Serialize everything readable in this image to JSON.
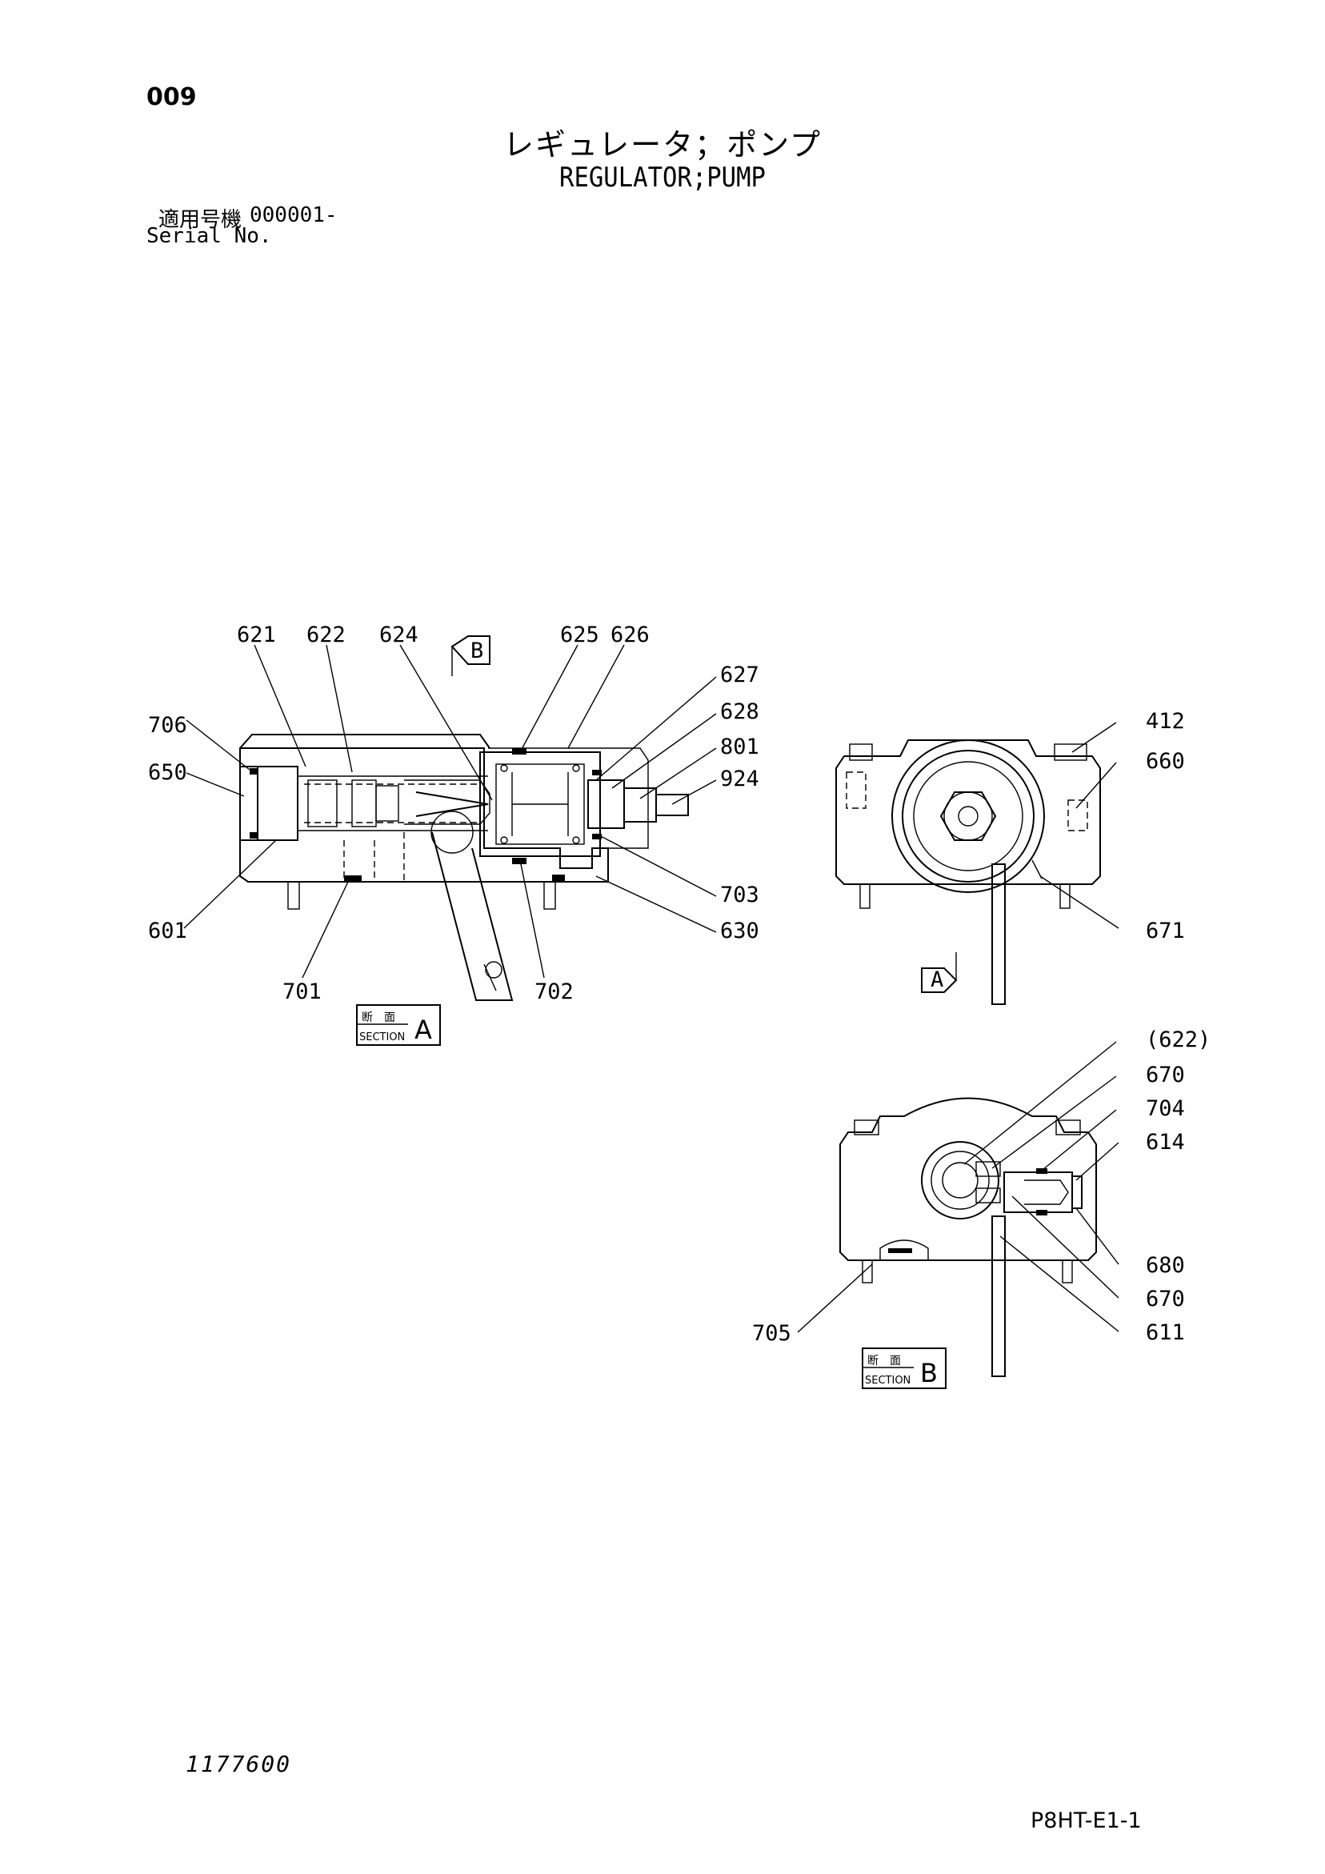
{
  "header": {
    "page_number": "009",
    "title_ja": "レギュレータ；ポンプ",
    "title_en": "REGULATOR;PUMP",
    "serial_label_ja": "適用号機",
    "serial_value": "000001-",
    "serial_label_en": "Serial No."
  },
  "section_a": {
    "labels": [
      "621",
      "622",
      "624",
      "625",
      "626",
      "627",
      "628",
      "801",
      "924",
      "706",
      "650",
      "601",
      "701",
      "702",
      "703",
      "630"
    ],
    "view_marker": "B",
    "section_box": {
      "kanji": "断　面",
      "word": "SECTION",
      "letter": "A"
    }
  },
  "end_view": {
    "labels": [
      "412",
      "660",
      "671"
    ],
    "view_marker": "A"
  },
  "section_b": {
    "labels": [
      "(622)",
      "670",
      "704",
      "614",
      "680",
      "670",
      "611",
      "705"
    ],
    "section_box": {
      "kanji": "断　面",
      "word": "SECTION",
      "letter": "B"
    }
  },
  "footer": {
    "drawing_number": "1177600",
    "sheet_code": "P8HT-E1-1"
  }
}
